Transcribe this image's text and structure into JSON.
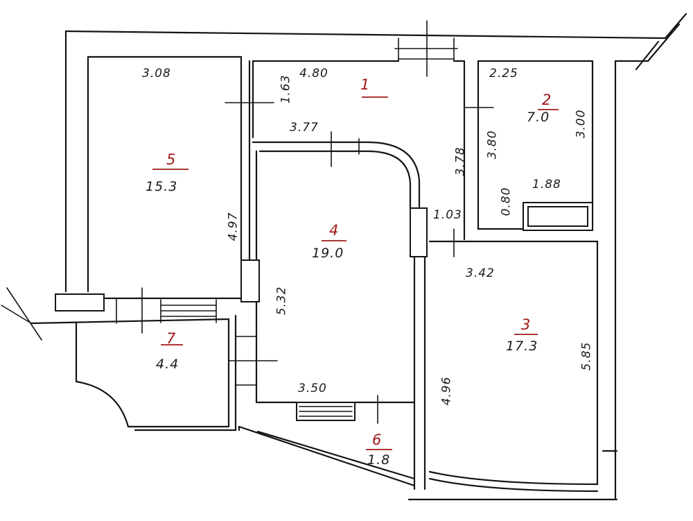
{
  "colors": {
    "ink": "#141414",
    "room_number": "#a01818",
    "paper": "#ffffff"
  },
  "rooms": [
    {
      "number": "1",
      "area": ""
    },
    {
      "number": "2",
      "area": "7.0"
    },
    {
      "number": "3",
      "area": "17.3"
    },
    {
      "number": "4",
      "area": "19.0"
    },
    {
      "number": "5",
      "area": "15.3"
    },
    {
      "number": "6",
      "area": "1.8"
    },
    {
      "number": "7",
      "area": "4.4"
    }
  ],
  "dimensions": {
    "d_308": "3.08",
    "d_480": "4.80",
    "d_163": "1.63",
    "d_225": "2.25",
    "d_300": "3.00",
    "d_380": "3.80",
    "d_377": "3.77",
    "d_378": "3.78",
    "d_188": "1.88",
    "d_080": "0.80",
    "d_103": "1.03",
    "d_497": "4.97",
    "d_342": "3.42",
    "d_532": "5.32",
    "d_585": "5.85",
    "d_496": "4.96",
    "d_350": "3.50"
  }
}
